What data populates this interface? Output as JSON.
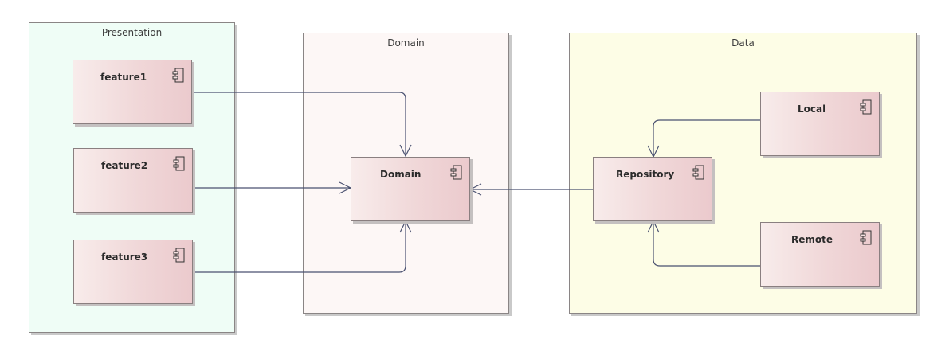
{
  "colors": {
    "presentation_fill": "#effdf6",
    "domain_fill": "#fdf7f6",
    "data_fill": "#fdfde6",
    "connector": "#4a5170"
  },
  "packages": {
    "presentation": {
      "title": "Presentation"
    },
    "domain": {
      "title": "Domain"
    },
    "data": {
      "title": "Data"
    }
  },
  "components": {
    "feature1": {
      "name": "feature1",
      "icon": "component-icon"
    },
    "feature2": {
      "name": "feature2",
      "icon": "component-icon"
    },
    "feature3": {
      "name": "feature3",
      "icon": "component-icon"
    },
    "domain": {
      "name": "Domain",
      "icon": "component-icon"
    },
    "repository": {
      "name": "Repository",
      "icon": "component-icon"
    },
    "local": {
      "name": "Local",
      "icon": "component-icon"
    },
    "remote": {
      "name": "Remote",
      "icon": "component-icon"
    }
  },
  "connectors": [
    {
      "from": "feature1",
      "to": "domain"
    },
    {
      "from": "feature2",
      "to": "domain"
    },
    {
      "from": "feature3",
      "to": "domain"
    },
    {
      "from": "repository",
      "to": "domain"
    },
    {
      "from": "local",
      "to": "repository"
    },
    {
      "from": "remote",
      "to": "repository"
    }
  ]
}
